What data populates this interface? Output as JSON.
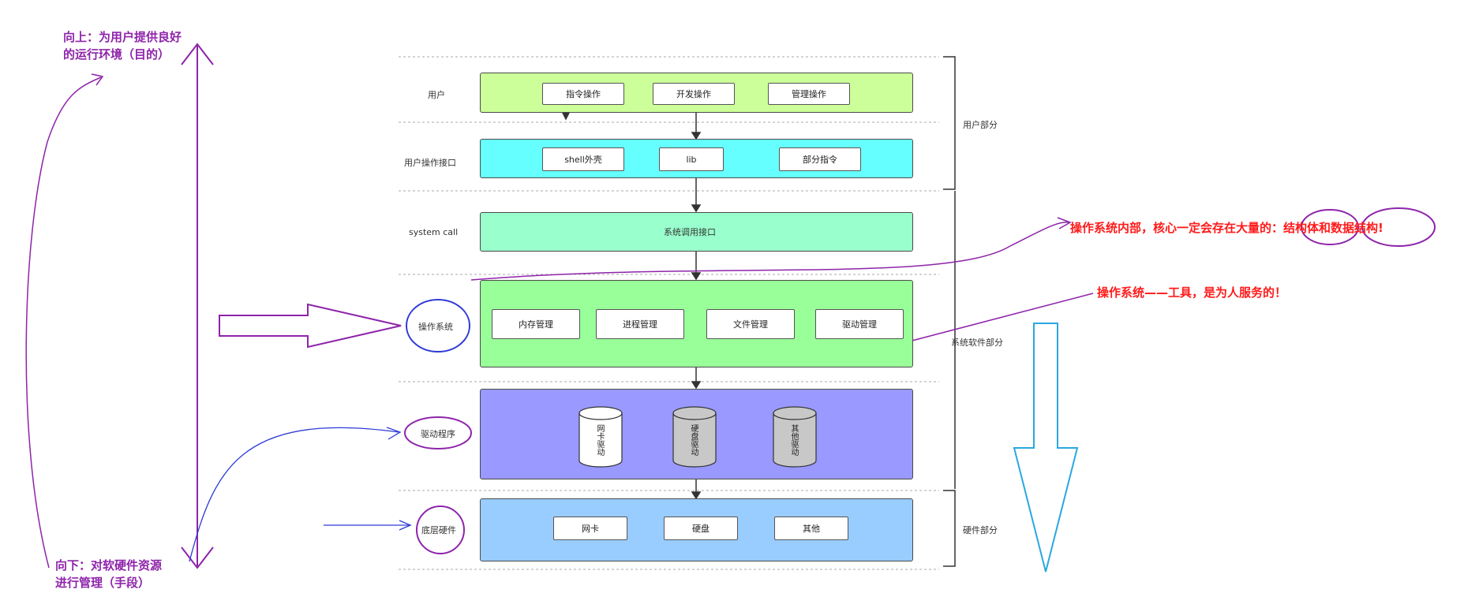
{
  "annotations": {
    "top_left": "向上：为用户提供良好\n的运行环境（目的）",
    "bottom_left": "向下：对软硬件资源\n进行管理（手段）",
    "right_1_prefix": "操作系统内部，核心一定会存在大量的：",
    "right_1_a": "结构体",
    "right_1_b": "和",
    "right_1_c": "数据结构!",
    "right_2": "操作系统——工具，是为人服务的！"
  },
  "layers": {
    "user": {
      "label": "用户",
      "items": [
        "指令操作",
        "开发操作",
        "管理操作"
      ],
      "color": "#ccff99"
    },
    "user_interface": {
      "label": "用户操作接口",
      "items": [
        "shell外壳",
        "lib",
        "部分指令"
      ],
      "color": "#66ffff"
    },
    "system_call": {
      "label": "system call",
      "box": "系统调用接口",
      "color": "#99ffcc"
    },
    "os": {
      "label": "操作系统",
      "items": [
        "内存管理",
        "进程管理",
        "文件管理",
        "驱动管理"
      ],
      "color": "#99ff99"
    },
    "driver": {
      "label": "驱动程序",
      "cylinders": [
        "网卡驱动",
        "硬盘驱动",
        "其他驱动"
      ],
      "color": "#9999ff"
    },
    "hardware": {
      "label": "底层硬件",
      "items": [
        "网卡",
        "硬盘",
        "其他"
      ],
      "color": "#99ccff"
    }
  },
  "sections": {
    "user_part": "用户部分",
    "system_part": "系统软件部分",
    "hardware_part": "硬件部分"
  },
  "colors": {
    "annotation_purple": "#8e24aa",
    "annotation_red": "#ff1a1a",
    "blue_circle": "#2f3bd6",
    "cyan_arrow": "#29a8e0"
  }
}
